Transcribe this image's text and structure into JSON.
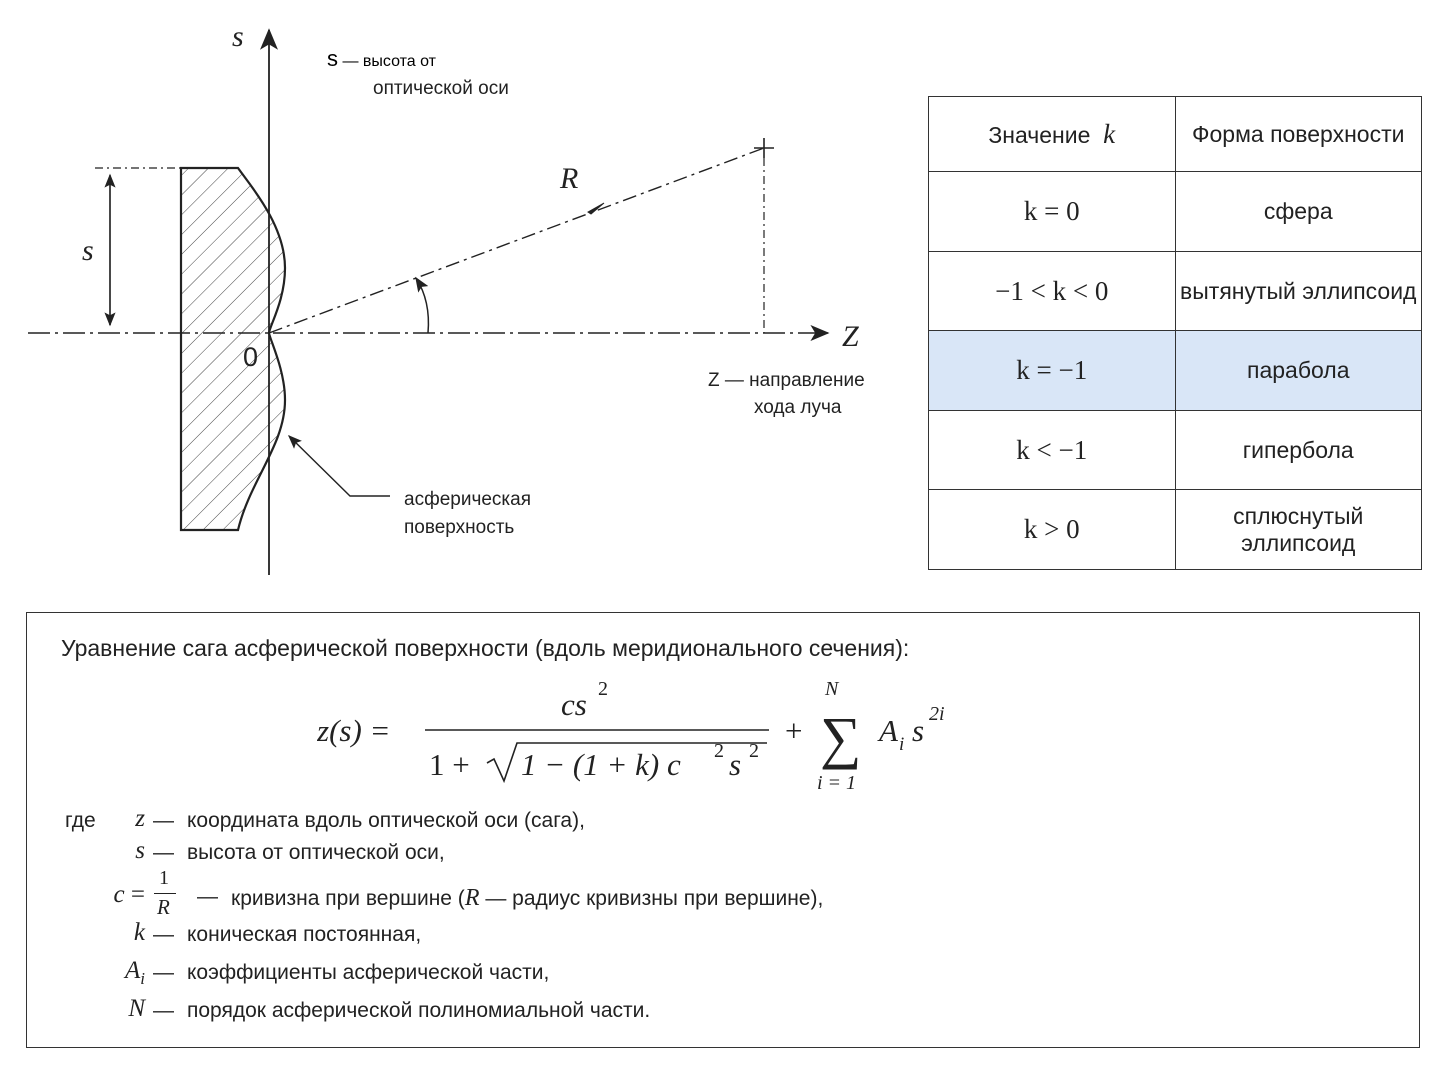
{
  "diagram": {
    "axis_s_label": "s",
    "axis_z_label": "Z",
    "origin_label": "0",
    "s_height_label": "s",
    "radius_label": "R",
    "s_note_sym": "s",
    "s_note_line1": " — высота от",
    "s_note_line2": "оптической оси",
    "z_note_line1": "Z — направление",
    "z_note_line2": "хода луча",
    "surface_note_line1": "асферическая",
    "surface_note_line2": "поверхность"
  },
  "table": {
    "headers": {
      "k_header": "Значение",
      "k_symbol": "k",
      "shape_header": "Форма поверхности"
    },
    "rows": [
      {
        "k": "k = 0",
        "shape": "сфера",
        "highlight": false
      },
      {
        "k": "−1 < k < 0",
        "shape": "вытянутый эллипсоид",
        "highlight": false
      },
      {
        "k": "k = −1",
        "shape": "парабола",
        "highlight": true
      },
      {
        "k": "k < −1",
        "shape": "гипербола",
        "highlight": false
      },
      {
        "k": "k > 0",
        "shape": "сплюснутый эллипсоид",
        "highlight": false
      }
    ],
    "highlight_color": "#d9e6f7"
  },
  "formula": {
    "title": "Уравнение сага асферической поверхности (вдоль меридионального сечения):",
    "lhs": "z(s) =",
    "numerator": "cs",
    "numerator_exp": "2",
    "den_one": "1 +",
    "den_root": "1 − (1 + k) c",
    "den_c_exp": "2",
    "den_s": "s",
    "den_s_exp": "2",
    "plus": "+",
    "sum_top": "N",
    "sum_bottom": "i = 1",
    "sum_term": "A",
    "sum_sub": "i",
    "sum_s": "s",
    "sum_exp": "2i",
    "where_word": "где",
    "defs": [
      {
        "sym": "z",
        "desc": "координата вдоль оптической оси (сага),"
      },
      {
        "sym": "s",
        "desc": "высота от оптической оси,"
      },
      {
        "sym": "c",
        "frac_num": "1",
        "frac_den": "R",
        "desc_a": "кривизна при вершине (",
        "desc_sym": "R",
        "desc_b": " — радиус кривизны при вершине),"
      },
      {
        "sym": "k",
        "desc": "коническая постоянная,"
      },
      {
        "sym": "A",
        "sub": "i",
        "desc": "коэффициенты асферической части,"
      },
      {
        "sym": "N",
        "desc": "порядок асферической полиномиальной части."
      }
    ],
    "dash": "—"
  }
}
